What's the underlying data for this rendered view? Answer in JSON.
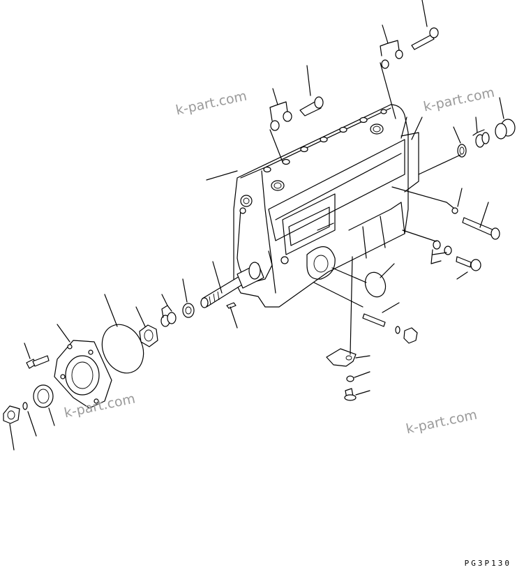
{
  "watermarks": [
    "k-part.com",
    "k-part.com",
    "k-part.com",
    "k-part.com"
  ],
  "drawing_code": "PG3P130"
}
